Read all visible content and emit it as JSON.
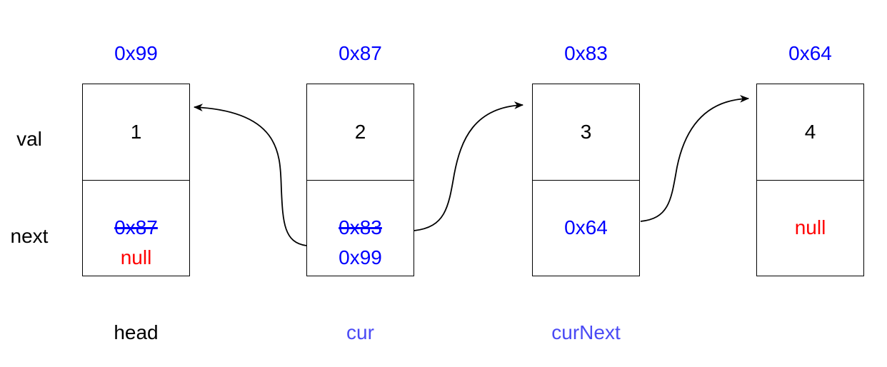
{
  "diagram": {
    "description": "Linked list reversal step diagram",
    "field_labels": {
      "val": "val",
      "next": "next"
    },
    "nodes": [
      {
        "address": "0x99",
        "value": "1",
        "next_old": "0x87",
        "next_new": "null",
        "var_label": "head"
      },
      {
        "address": "0x87",
        "value": "2",
        "next_old": "0x83",
        "next_new": "0x99",
        "var_label": "cur"
      },
      {
        "address": "0x83",
        "value": "3",
        "next_current": "0x64",
        "var_label": "curNext"
      },
      {
        "address": "0x64",
        "value": "4",
        "next_current": "null",
        "var_label": ""
      }
    ],
    "pointers": [
      {
        "from_node": "0x87",
        "to_node": "0x99"
      },
      {
        "from_node": "0x87",
        "to_node": "0x83"
      },
      {
        "from_node": "0x83",
        "to_node": "0x64"
      }
    ],
    "colors": {
      "pointer_blue": "#0000ff",
      "null_red": "#ff0000",
      "var_label_blue": "#4a4af5",
      "text_black": "#000000",
      "line_black": "#000000",
      "background": "#ffffff"
    }
  }
}
